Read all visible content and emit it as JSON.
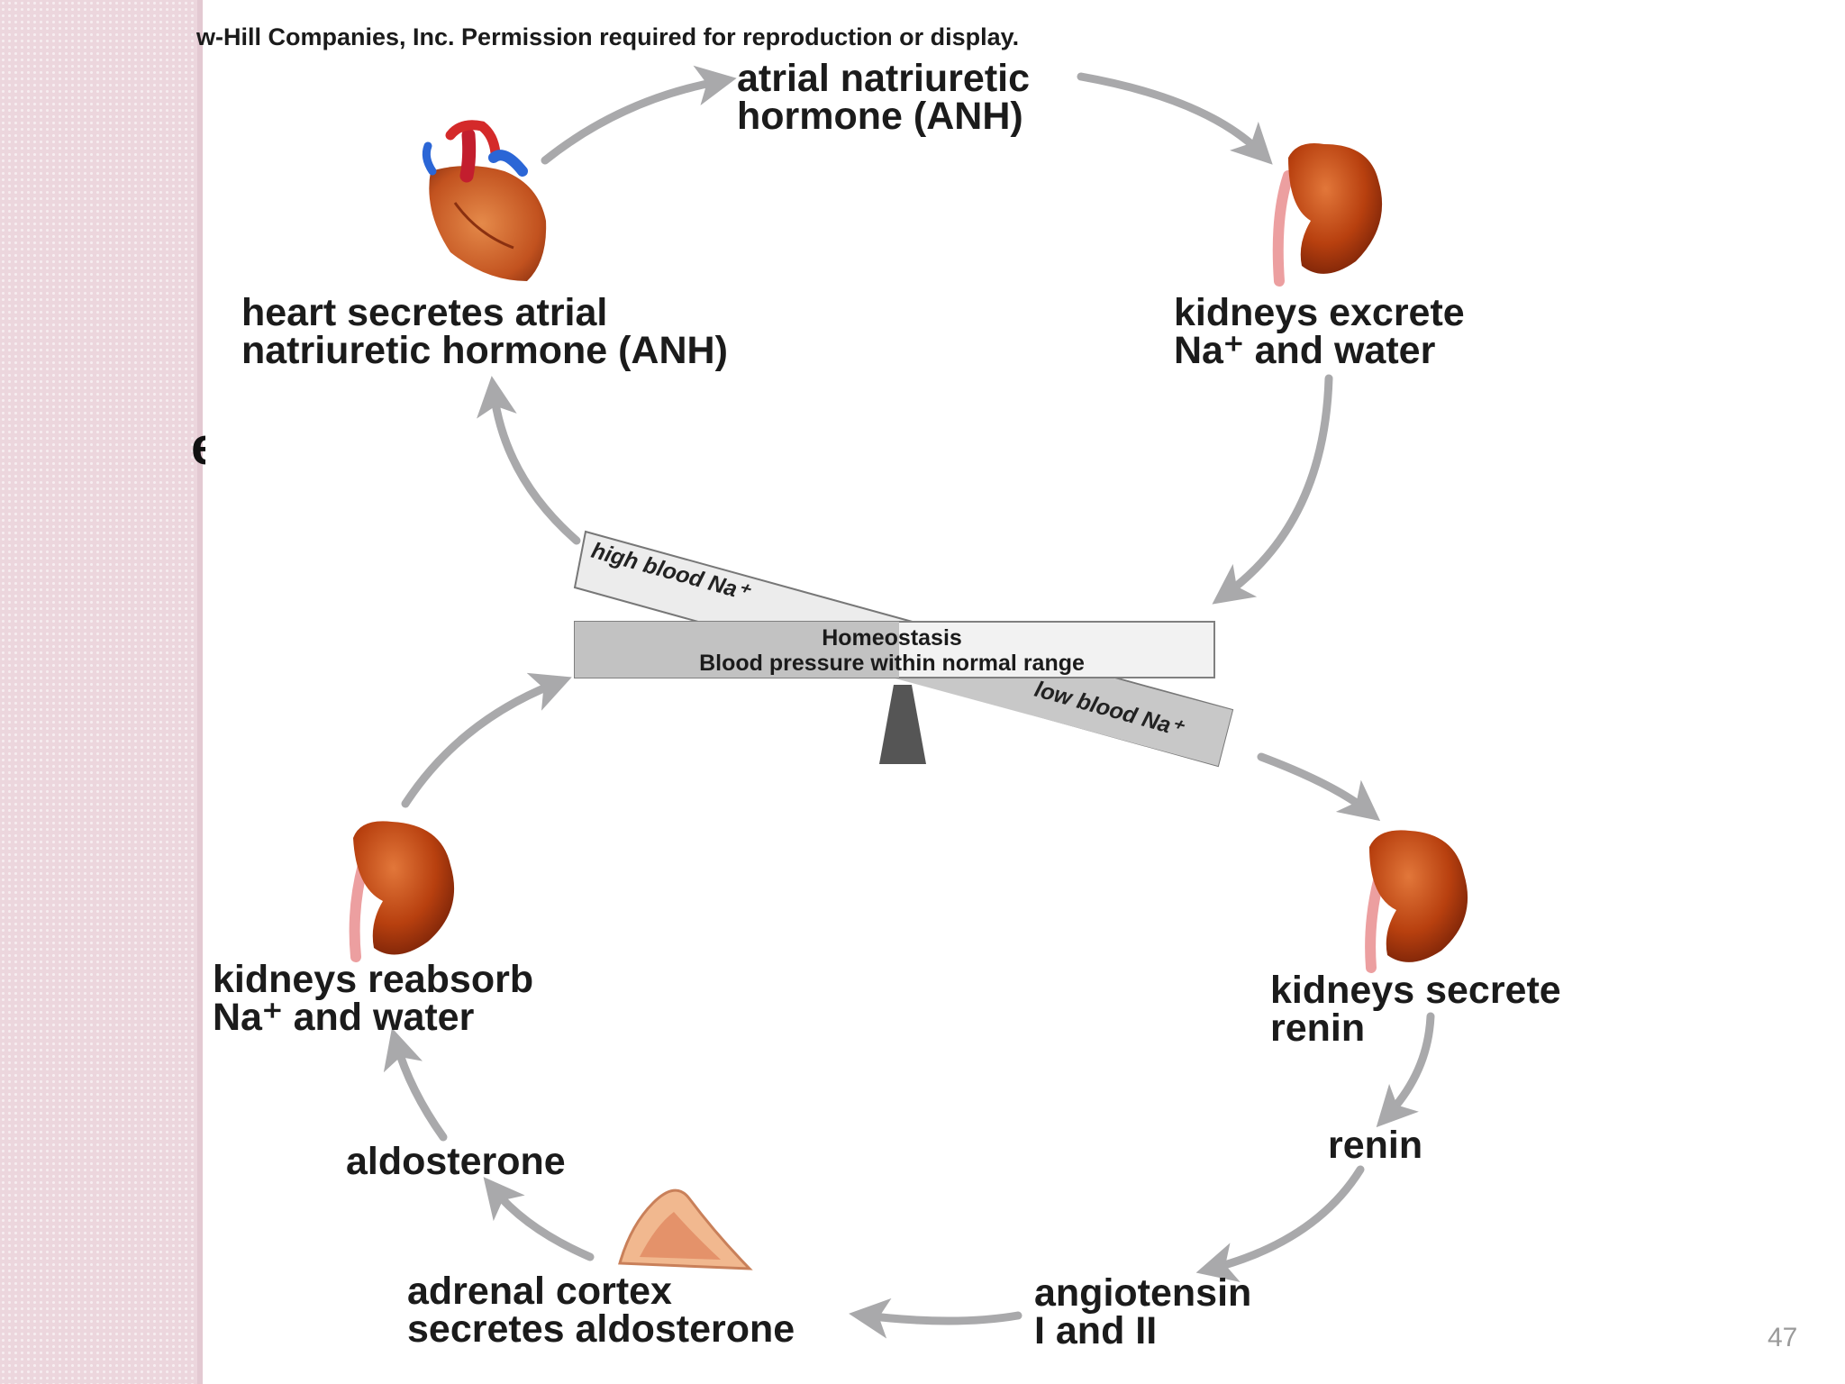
{
  "copyright": "w-Hill Companies, Inc. Permission required for reproduction or display.",
  "stray_glyph": "e",
  "page_number": "47",
  "labels": {
    "anh": [
      "atrial natriuretic",
      "hormone (ANH)"
    ],
    "heart": [
      "heart secretes atrial",
      "natriuretic hormone (ANH)"
    ],
    "kidneys_excrete": [
      "kidneys excrete",
      "Na⁺ and water"
    ],
    "kidneys_reabsorb": [
      "kidneys reabsorb",
      "Na⁺ and water"
    ],
    "kidneys_secrete": [
      "kidneys secrete",
      "renin"
    ],
    "renin": "renin",
    "aldosterone": "aldosterone",
    "adrenal": [
      "adrenal cortex",
      "secretes aldosterone"
    ],
    "angiotensin": [
      "angiotensin",
      "I and II"
    ]
  },
  "balance": {
    "title": "Homeostasis",
    "subtitle": "Blood pressure within normal range",
    "high": "high blood Na⁺",
    "low": "low blood Na⁺"
  },
  "colors": {
    "arrow": "#a9a9ab",
    "organ": "#b8400f",
    "organ_highlight": "#e2773a",
    "sidebar": "#ecd6dd"
  }
}
